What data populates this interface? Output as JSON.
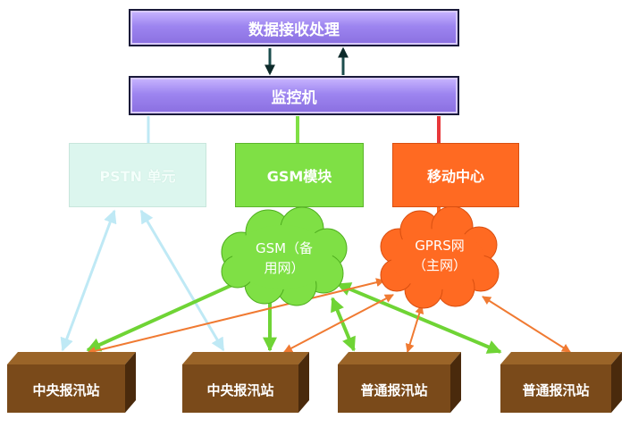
{
  "top": {
    "label": "数据接收处理"
  },
  "monitor": {
    "label": "监控机"
  },
  "units": {
    "pstn": "PSTN 单元",
    "gsm": "GSM模块",
    "mobile": "移动中心"
  },
  "clouds": {
    "gsm": {
      "line1": "GSM（备",
      "line2": "用网）"
    },
    "gprs": {
      "line1": "GPRS网",
      "line2": "（主网）"
    }
  },
  "stations": [
    "中央报汛站",
    "中央报汛站",
    "普通报汛站",
    "普通报汛站"
  ],
  "colors": {
    "bar": "#9d85f0",
    "pstn": "#dcf6ee",
    "gsm": "#7fe045",
    "mobile": "#ff6a22",
    "pstn_link": "#bfe9f5",
    "gsm_link": "#7fe045",
    "gprs_link": "#f07a32",
    "station": "#7a4a1a"
  }
}
